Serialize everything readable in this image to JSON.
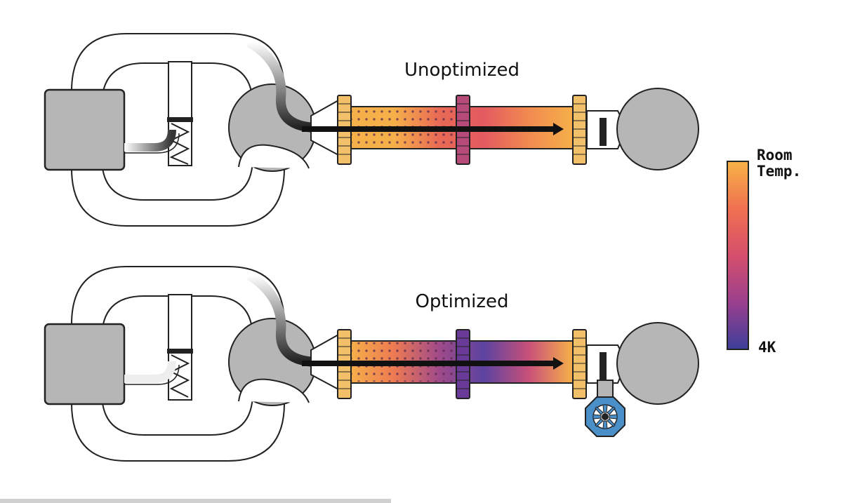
{
  "panels": [
    {
      "title": "Unoptimized",
      "stops": [
        "#f6b04a",
        "#f6b04a",
        "#e96a55",
        "#e35a60",
        "#f08a50",
        "#f6b04a"
      ]
    },
    {
      "title": "Optimized",
      "stops": [
        "#f6b04a",
        "#ed7a52",
        "#a14a8a",
        "#5b43a0",
        "#c7507a",
        "#f6b04a"
      ]
    }
  ],
  "legend": {
    "top_label_line1": "Room",
    "top_label_line2": "Temp.",
    "bottom_label": "4K",
    "gradient": [
      "#f7b447",
      "#f07050",
      "#d54f6c",
      "#9b3f8e",
      "#3c3f99"
    ]
  },
  "colors": {
    "flange": "#f3c06a",
    "flange_hot": "#b64a78",
    "flange_cold": "#6a3a98",
    "grey": "#b6b6b6",
    "valve": "#4a8fc8"
  },
  "icons": {
    "valve": "valve-wheel-icon"
  }
}
